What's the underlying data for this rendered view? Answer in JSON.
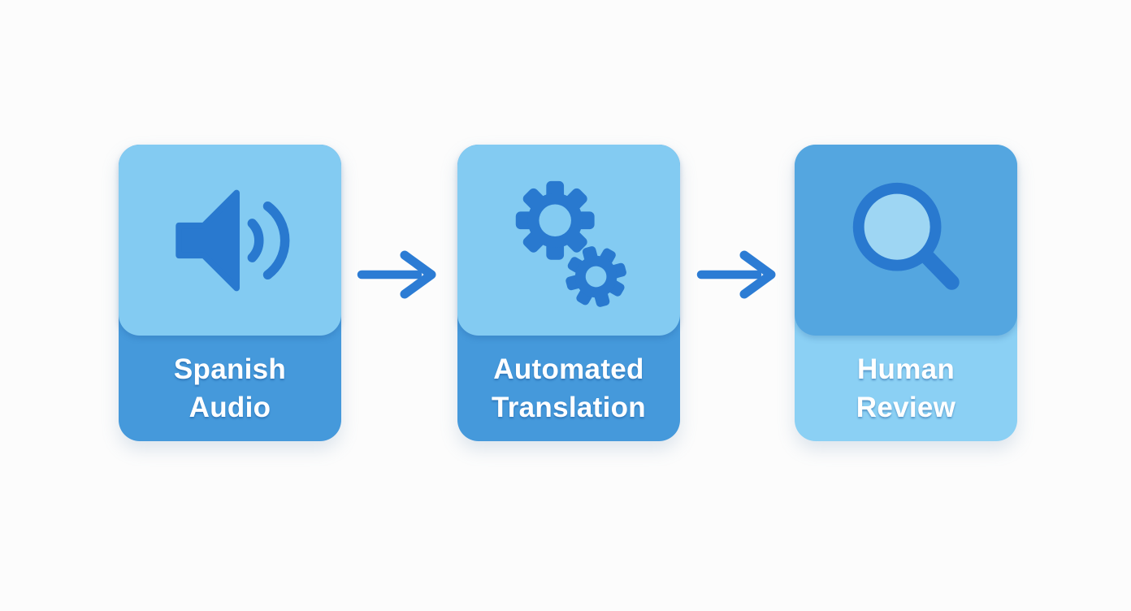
{
  "diagram": {
    "type": "process-flow",
    "description": "Three-step translation pipeline, left to right"
  },
  "steps": [
    {
      "id": "spanish-audio",
      "label_line1": "Spanish",
      "label_line2": "Audio",
      "icon": "speaker-icon",
      "panel_position": "top",
      "panel_tone": "light"
    },
    {
      "id": "automated-translation",
      "label_line1": "Automated",
      "label_line2": "Translation",
      "icon": "gears-icon",
      "panel_position": "top",
      "panel_tone": "light"
    },
    {
      "id": "human-review",
      "label_line1": "Human",
      "label_line2": "Review",
      "icon": "magnifier-icon",
      "panel_position": "top",
      "panel_tone": "medium"
    }
  ],
  "arrows": [
    {
      "from": "spanish-audio",
      "to": "automated-translation",
      "direction": "right"
    },
    {
      "from": "automated-translation",
      "to": "human-review",
      "direction": "right"
    }
  ],
  "colors": {
    "background": "#fcfcfc",
    "panel_light": "#83cbf2",
    "label_medium": "#4599db",
    "panel_medium": "#54a6e0",
    "label_light": "#8bd0f4",
    "icon_blue": "#2979cf",
    "arrow_blue": "#2c7cd4",
    "lens_fill": "#9ed6f3",
    "label_text": "#ffffff"
  }
}
